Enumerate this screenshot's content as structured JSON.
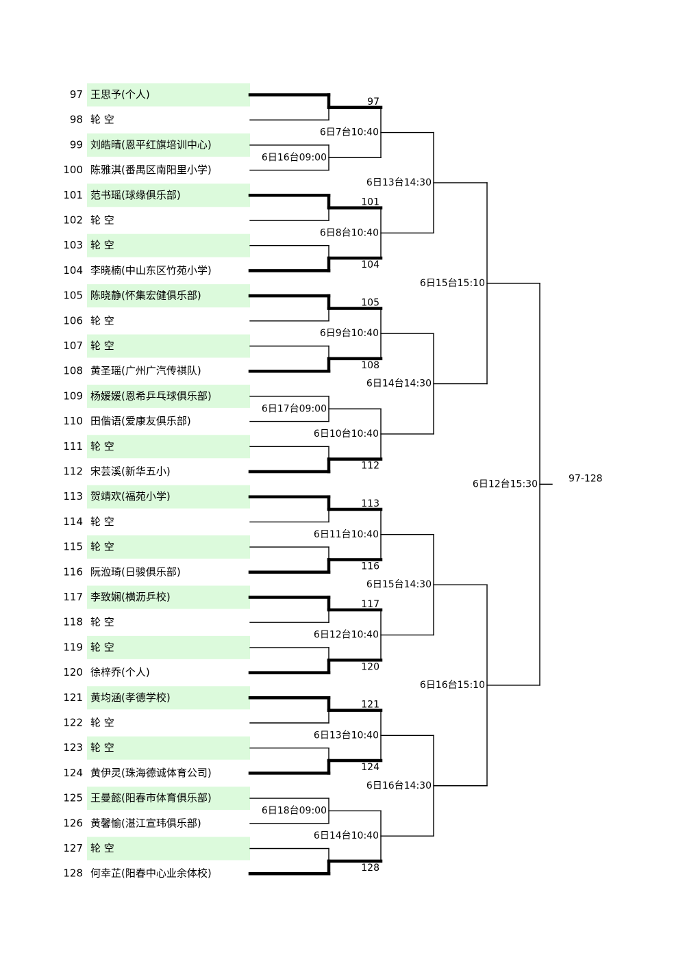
{
  "bracket": {
    "colors": {
      "highlight": "#dcfadc",
      "line": "#000000",
      "background": "#ffffff"
    },
    "final_label": "97-128",
    "players": [
      {
        "seed": "97",
        "name": "王思予(个人)",
        "highlight": true
      },
      {
        "seed": "98",
        "name": "轮  空",
        "highlight": false
      },
      {
        "seed": "99",
        "name": "刘皓晴(恩平红旗培训中心)",
        "highlight": true
      },
      {
        "seed": "100",
        "name": "陈雅淇(番禺区南阳里小学)",
        "highlight": false
      },
      {
        "seed": "101",
        "name": "范书瑶(球缘俱乐部)",
        "highlight": true
      },
      {
        "seed": "102",
        "name": "轮  空",
        "highlight": false
      },
      {
        "seed": "103",
        "name": "轮  空",
        "highlight": true
      },
      {
        "seed": "104",
        "name": "李晓楠(中山东区竹苑小学)",
        "highlight": false
      },
      {
        "seed": "105",
        "name": "陈晓静(怀集宏健俱乐部)",
        "highlight": true
      },
      {
        "seed": "106",
        "name": "轮  空",
        "highlight": false
      },
      {
        "seed": "107",
        "name": "轮  空",
        "highlight": true
      },
      {
        "seed": "108",
        "name": "黄圣瑶(广州广汽传祺队)",
        "highlight": false
      },
      {
        "seed": "109",
        "name": "杨媛媛(恩希乒乓球俱乐部)",
        "highlight": true
      },
      {
        "seed": "110",
        "name": "田偕语(爱康友俱乐部)",
        "highlight": false
      },
      {
        "seed": "111",
        "name": "轮  空",
        "highlight": true
      },
      {
        "seed": "112",
        "name": "宋芸溪(新华五小)",
        "highlight": false
      },
      {
        "seed": "113",
        "name": "贺靖欢(福苑小学)",
        "highlight": true
      },
      {
        "seed": "114",
        "name": "轮  空",
        "highlight": false
      },
      {
        "seed": "115",
        "name": "轮  空",
        "highlight": true
      },
      {
        "seed": "116",
        "name": "阮涖琦(日骏俱乐部)",
        "highlight": false
      },
      {
        "seed": "117",
        "name": "李致娴(横沥乒校)",
        "highlight": true
      },
      {
        "seed": "118",
        "name": "轮  空",
        "highlight": false
      },
      {
        "seed": "119",
        "name": "轮  空",
        "highlight": true
      },
      {
        "seed": "120",
        "name": "徐梓乔(个人)",
        "highlight": false
      },
      {
        "seed": "121",
        "name": "黄均涵(孝德学校)",
        "highlight": true
      },
      {
        "seed": "122",
        "name": "轮  空",
        "highlight": false
      },
      {
        "seed": "123",
        "name": "轮  空",
        "highlight": true
      },
      {
        "seed": "124",
        "name": "黄伊灵(珠海德诚体育公司)",
        "highlight": false
      },
      {
        "seed": "125",
        "name": "王曼懿(阳春市体育俱乐部)",
        "highlight": true
      },
      {
        "seed": "126",
        "name": "黄馨愉(湛江宣玮俱乐部)",
        "highlight": false
      },
      {
        "seed": "127",
        "name": "轮  空",
        "highlight": true
      },
      {
        "seed": "128",
        "name": "何幸芷(阳春中心业余体校)",
        "highlight": false
      }
    ],
    "round1": [
      {
        "winner": "top",
        "label": ""
      },
      {
        "winner": null,
        "label": "6日16台09:00"
      },
      {
        "winner": "top",
        "label": ""
      },
      {
        "winner": "bottom",
        "label": ""
      },
      {
        "winner": "top",
        "label": ""
      },
      {
        "winner": "bottom",
        "label": ""
      },
      {
        "winner": null,
        "label": "6日17台09:00"
      },
      {
        "winner": "bottom",
        "label": ""
      },
      {
        "winner": "top",
        "label": ""
      },
      {
        "winner": "bottom",
        "label": ""
      },
      {
        "winner": "top",
        "label": ""
      },
      {
        "winner": "bottom",
        "label": ""
      },
      {
        "winner": "top",
        "label": ""
      },
      {
        "winner": "bottom",
        "label": ""
      },
      {
        "winner": null,
        "label": "6日18台09:00"
      },
      {
        "winner": "bottom",
        "label": ""
      }
    ],
    "round2": [
      {
        "top_label": "97",
        "bottom_label": "",
        "label": "6日7台10:40"
      },
      {
        "top_label": "101",
        "bottom_label": "104",
        "label": "6日8台10:40"
      },
      {
        "top_label": "105",
        "bottom_label": "108",
        "label": "6日9台10:40"
      },
      {
        "top_label": "",
        "bottom_label": "112",
        "label": "6日10台10:40"
      },
      {
        "top_label": "113",
        "bottom_label": "116",
        "label": "6日11台10:40"
      },
      {
        "top_label": "117",
        "bottom_label": "120",
        "label": "6日12台10:40"
      },
      {
        "top_label": "121",
        "bottom_label": "124",
        "label": "6日13台10:40"
      },
      {
        "top_label": "",
        "bottom_label": "128",
        "label": "6日14台10:40"
      }
    ],
    "round3": [
      {
        "label": "6日13台14:30"
      },
      {
        "label": "6日14台14:30"
      },
      {
        "label": "6日15台14:30"
      },
      {
        "label": "6日16台14:30"
      }
    ],
    "round4": [
      {
        "label": "6日15台15:10"
      },
      {
        "label": "6日16台15:10"
      }
    ],
    "round5": [
      {
        "label": "6日12台15:30"
      }
    ]
  }
}
